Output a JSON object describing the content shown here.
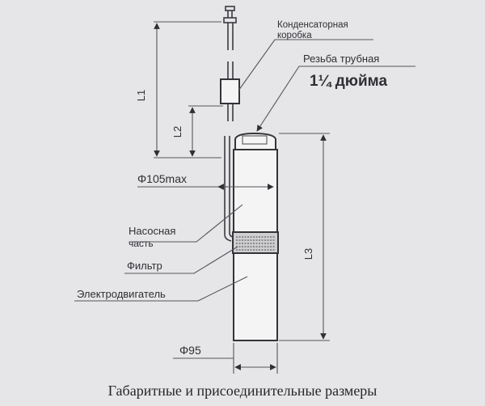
{
  "labels": {
    "capacitor_box": [
      "Конденсаторная",
      "коробка"
    ],
    "thread": "Резьба трубная",
    "thread_size": "1¼ дюйма",
    "l1": "L1",
    "l2": "L2",
    "l3": "L3",
    "diameter_max": "Φ105max",
    "pump_part": [
      "Насосная",
      "часть"
    ],
    "filter": "Фильтр",
    "motor": "Электродвигатель",
    "diameter_body": "Φ95"
  },
  "caption": "Габаритные и присоединительные размеры"
}
